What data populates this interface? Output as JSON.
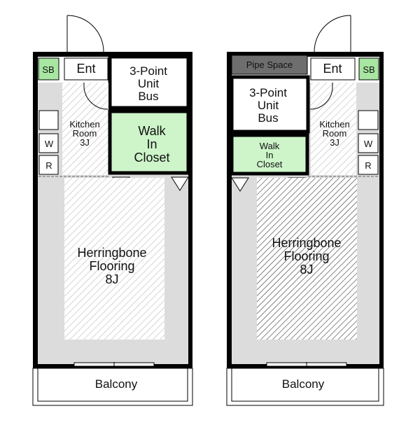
{
  "colors": {
    "wall": "#000000",
    "floor_gray": "#dcdcdc",
    "closet_green": "#cdf5c9",
    "sb_green": "#a8e6a2",
    "pipe_gray": "#6e6e6e",
    "white": "#ffffff"
  },
  "left_plan": {
    "sb": "SB",
    "ent": "Ent",
    "bus_line1": "3-Point",
    "bus_line2": "Unit",
    "bus_line3": "Bus",
    "kitchen_line1": "Kitchen",
    "kitchen_line2": "Room",
    "kitchen_line3": "3J",
    "closet_line1": "Walk",
    "closet_line2": "In",
    "closet_line3": "Closet",
    "w": "W",
    "r": "R",
    "floor_line1": "Herringbone",
    "floor_line2": "Flooring",
    "floor_line3": "8J",
    "balcony": "Balcony"
  },
  "right_plan": {
    "pipe": "Pipe Space",
    "ent": "Ent",
    "sb": "SB",
    "bus_line1": "3-Point",
    "bus_line2": "Unit",
    "bus_line3": "Bus",
    "kitchen_line1": "Kitchen",
    "kitchen_line2": "Room",
    "kitchen_line3": "3J",
    "closet_line1": "Walk",
    "closet_line2": "In",
    "closet_line3": "Closet",
    "w": "W",
    "r": "R",
    "floor_line1": "Herringbone",
    "floor_line2": "Flooring",
    "floor_line3": "8J",
    "balcony": "Balcony"
  }
}
